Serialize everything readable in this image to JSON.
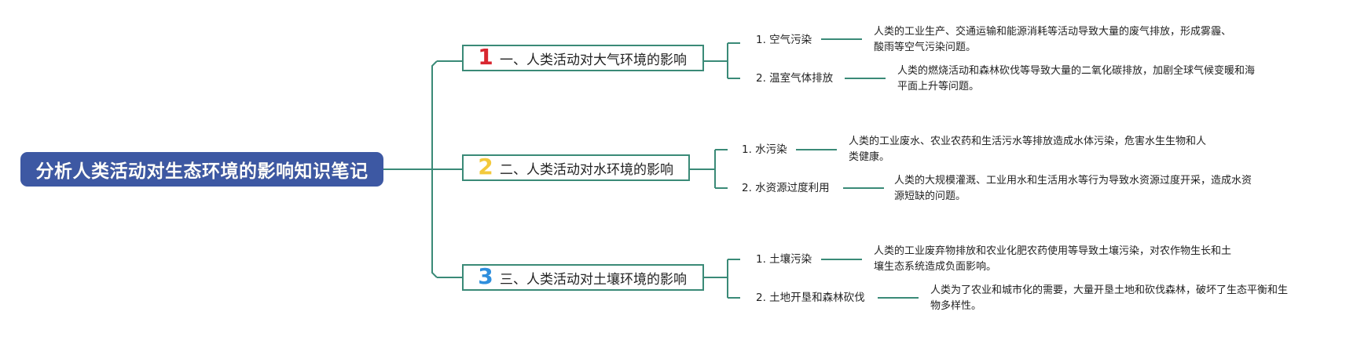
{
  "colors": {
    "root_bg": "#3d58a3",
    "connector": "#3a8a77",
    "num1": "#d8262f",
    "num2": "#f3c93c",
    "num3": "#2f8fdd"
  },
  "root": {
    "title": "分析人类活动对生态环境的影响知识笔记"
  },
  "branches": [
    {
      "number": "1",
      "label": "一、人类活动对大气环境的影响",
      "subs": [
        {
          "label": "1. 空气污染",
          "desc": [
            "人类的工业生产、交通运输和能源消耗等活动导致大量的废气排放，形成雾霾、",
            "酸雨等空气污染问题。"
          ]
        },
        {
          "label": "2. 温室气体排放",
          "desc": [
            "人类的燃烧活动和森林砍伐等导致大量的二氧化碳排放，加剧全球气候变暖和海",
            "平面上升等问题。"
          ]
        }
      ]
    },
    {
      "number": "2",
      "label": "二、人类活动对水环境的影响",
      "subs": [
        {
          "label": "1. 水污染",
          "desc": [
            "人类的工业废水、农业农药和生活污水等排放造成水体污染，危害水生生物和人",
            "类健康。"
          ]
        },
        {
          "label": "2. 水资源过度利用",
          "desc": [
            "人类的大规模灌溉、工业用水和生活用水等行为导致水资源过度开采，造成水资",
            "源短缺的问题。"
          ]
        }
      ]
    },
    {
      "number": "3",
      "label": "三、人类活动对土壤环境的影响",
      "subs": [
        {
          "label": "1. 土壤污染",
          "desc": [
            "人类的工业废弃物排放和农业化肥农药使用等导致土壤污染，对农作物生长和土",
            "壤生态系统造成负面影响。"
          ]
        },
        {
          "label": "2. 土地开垦和森林砍伐",
          "desc": [
            "人类为了农业和城市化的需要，大量开垦土地和砍伐森林，破坏了生态平衡和生",
            "物多样性。"
          ]
        }
      ]
    }
  ]
}
